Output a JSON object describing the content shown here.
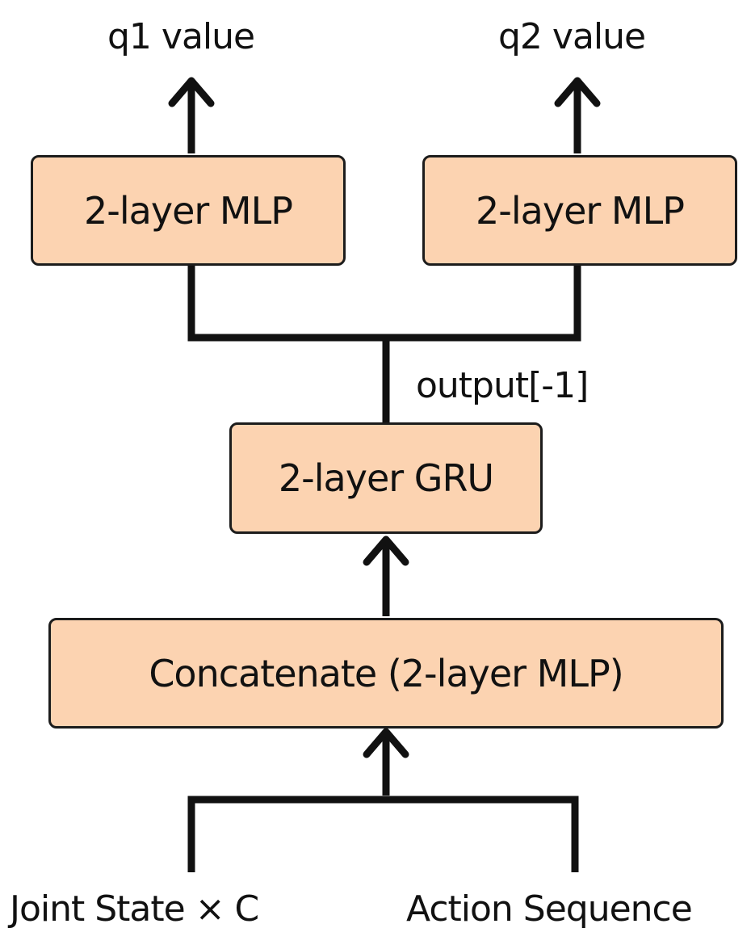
{
  "outputs": {
    "q1": "q1 value",
    "q2": "q2 value"
  },
  "boxes": {
    "mlp_left": "2-layer MLP",
    "mlp_right": "2-layer MLP",
    "gru": "2-layer GRU",
    "concat": "Concatenate (2-layer MLP)"
  },
  "edge_label": "output[-1]",
  "inputs": {
    "joint_state": "Joint State × C",
    "action_sequence": "Action Sequence"
  },
  "colors": {
    "box_fill": "#fcd3b1",
    "stroke": "#111111"
  }
}
